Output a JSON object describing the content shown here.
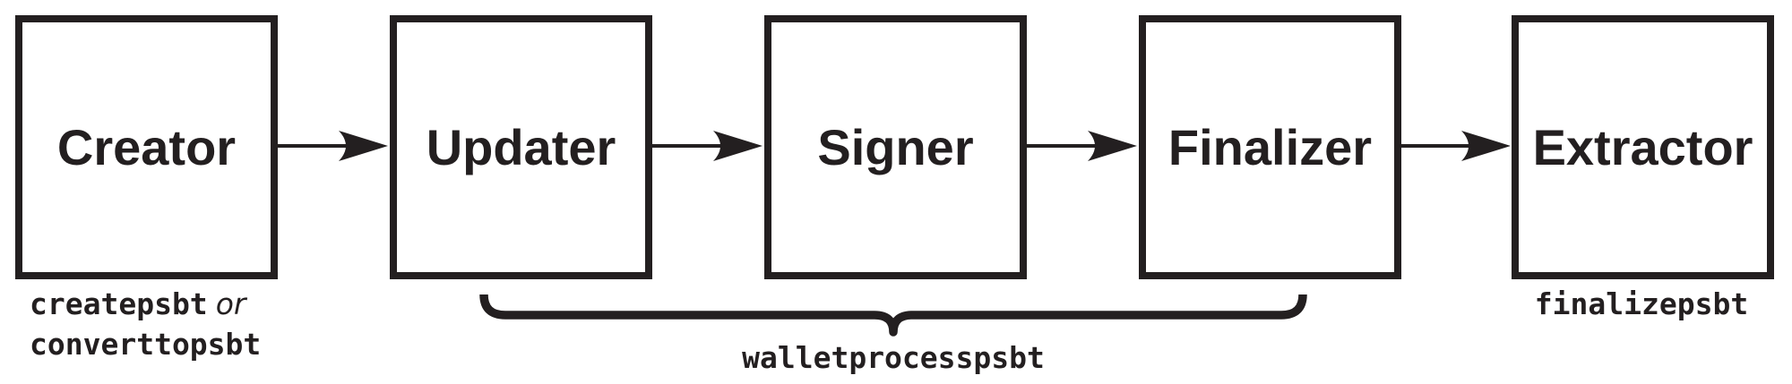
{
  "diagram": {
    "ink_color": "#231f20",
    "background_color": "#ffffff",
    "stages": [
      {
        "label": "Creator"
      },
      {
        "label": "Updater"
      },
      {
        "label": "Signer"
      },
      {
        "label": "Finalizer"
      },
      {
        "label": "Extractor"
      }
    ],
    "captions": {
      "creator_command_1": "createpsbt",
      "creator_conjunction": "or",
      "creator_command_2": "converttopsbt",
      "brace_command": "walletprocesspsbt",
      "extractor_command": "finalizepsbt"
    }
  }
}
